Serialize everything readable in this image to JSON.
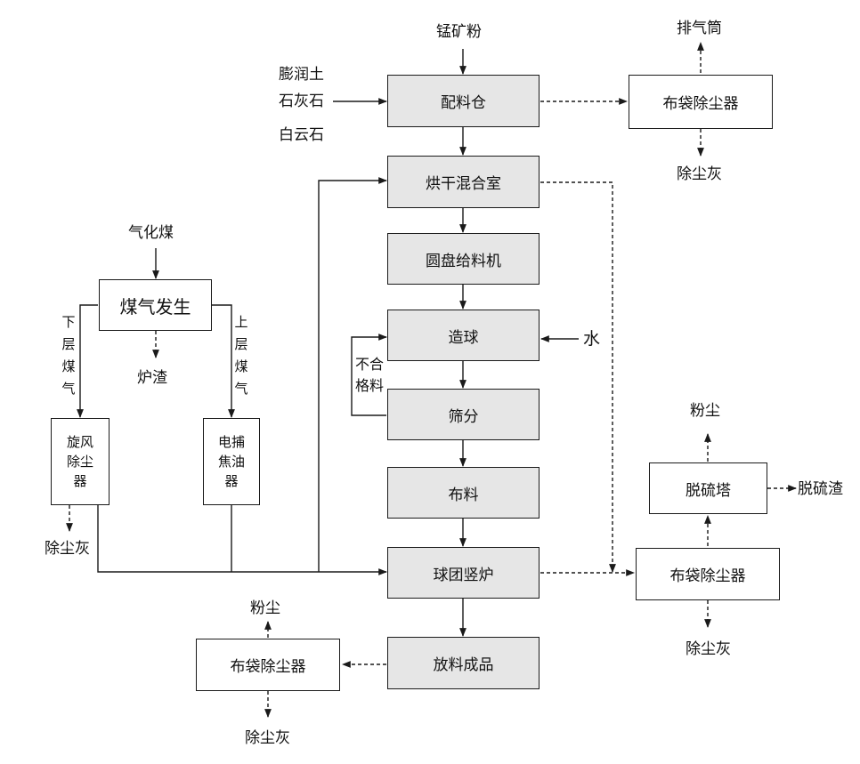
{
  "process": {
    "batching_silo": "配料仓",
    "drying_mixing": "烘干混合室",
    "disc_feeder": "圆盘给料机",
    "pelletizing": "造球",
    "screening": "筛分",
    "distribution": "布料",
    "shaft_furnace": "球团竖炉",
    "discharge": "放料成品"
  },
  "inputs": {
    "manganese_ore": "锰矿粉",
    "bentonite": "膨润土",
    "limestone": "石灰石",
    "dolomite": "白云石",
    "water": "水",
    "gasified_coal": "气化煤"
  },
  "gas": {
    "generator": "煤气发生",
    "slag": "炉渣",
    "lower_gas": [
      "下",
      "层",
      "煤",
      "气"
    ],
    "upper_gas": [
      "上",
      "层",
      "煤",
      "气"
    ],
    "cyclone": [
      "旋风",
      "除尘",
      "器"
    ],
    "electric_tar": [
      "电捕",
      "焦油",
      "器"
    ],
    "cyclone_ash": "除尘灰"
  },
  "recycle": {
    "reject": [
      "不合",
      "格料"
    ]
  },
  "top_filter": {
    "name": "布袋除尘器",
    "stack": "排气筒",
    "ash": "除尘灰"
  },
  "right": {
    "desulfur_tower": "脱硫塔",
    "dust_top": "粉尘",
    "desulfur_slag": "脱硫渣",
    "filter": "布袋除尘器",
    "ash": "除尘灰"
  },
  "bottom_filter": {
    "name": "布袋除尘器",
    "dust": "粉尘",
    "ash": "除尘灰"
  }
}
